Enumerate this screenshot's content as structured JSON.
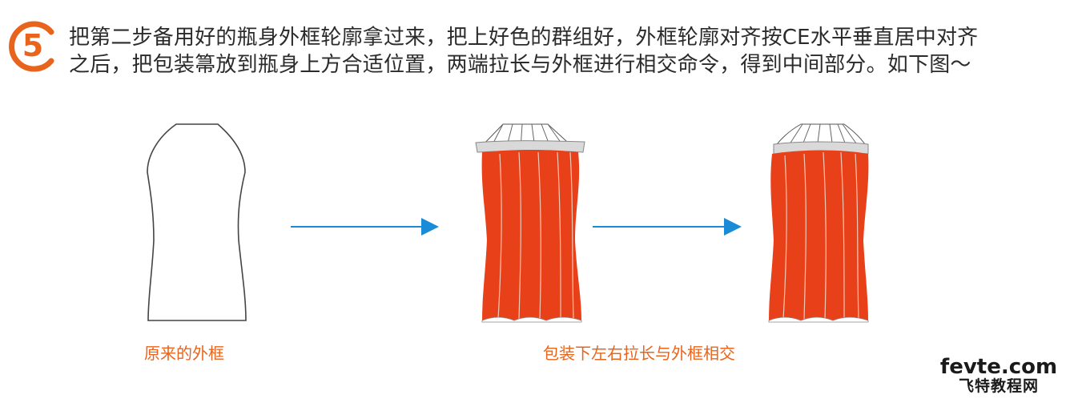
{
  "step": {
    "number": "5",
    "color": "#e8641c",
    "lines": [
      "把第二步备用好的瓶身外框轮廓拿过来，把上好色的群组好，外框轮廓对齐按CE水平垂直居中对齐",
      "之后，把包装箒放到瓶身上方合适位置，两端拉长与外框进行相交命令，得到中间部分。如下图～"
    ]
  },
  "figure": {
    "captions": {
      "original": "原来的外框",
      "wrapped": "包装下左右拉长与外框相交"
    },
    "colors": {
      "wrap_fill": "#e8411a",
      "arrow": "#1a8bd6",
      "band": "#d9d9d9"
    }
  },
  "watermark": {
    "site": "fevte.com",
    "name": "飞特教程网"
  }
}
